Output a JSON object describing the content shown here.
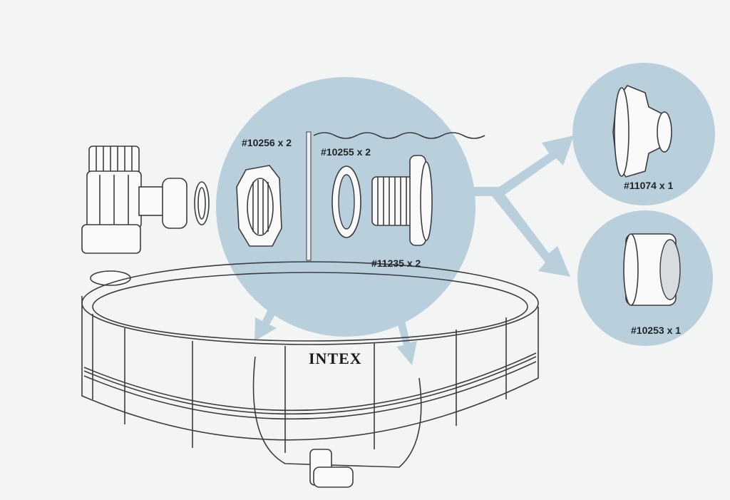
{
  "parts": {
    "nut": {
      "label": "#10256 x 2"
    },
    "washer": {
      "label": "#10255 x 2"
    },
    "strainer_connector": {
      "label": "#11235 x 2"
    },
    "plug": {
      "label": "#11074 x 1"
    },
    "strainer_grid": {
      "label": "#10253 x 1"
    }
  },
  "pool": {
    "brand": "INTEX"
  },
  "colors": {
    "accent": "#b9d0dc",
    "background": "#f3f4f4",
    "line": "#3a3d40"
  }
}
